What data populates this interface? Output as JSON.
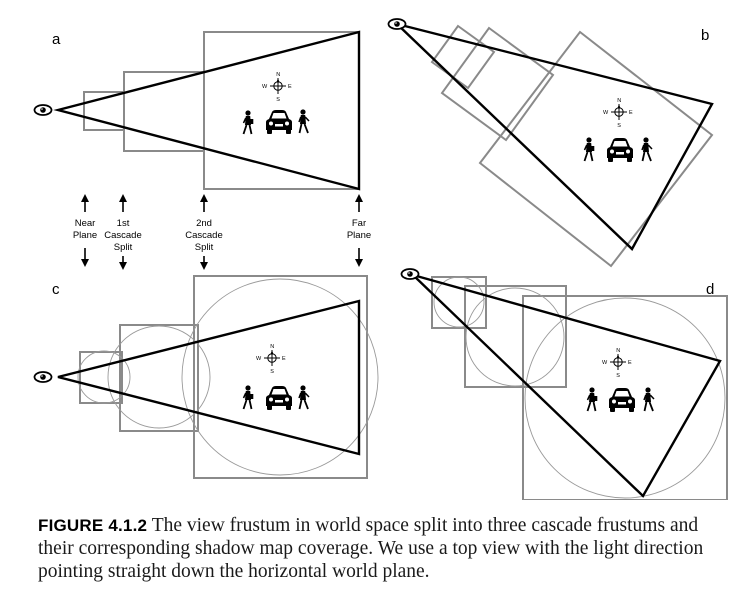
{
  "panels": {
    "a": "a",
    "b": "b",
    "c": "c",
    "d": "d"
  },
  "planes": {
    "near": [
      "Near",
      "Plane"
    ],
    "split1": [
      "1st",
      "Cascade",
      "Split"
    ],
    "split2": [
      "2nd",
      "Cascade",
      "Split"
    ],
    "far": [
      "Far",
      "Plane"
    ]
  },
  "compass": {
    "n": "N",
    "s": "S",
    "e": "E",
    "w": "W"
  },
  "caption": {
    "label": "FIGURE 4.1.2",
    "text": "The view frustum in world space split into three cascade frustums and their corresponding shadow map coverage. We use a top view with the light direction pointing straight down the horizontal world plane."
  },
  "icons": {
    "eye": "eye-icon",
    "compass": "compass-rose-icon",
    "car": "car-icon",
    "pedestrian": "pedestrian-icon"
  }
}
